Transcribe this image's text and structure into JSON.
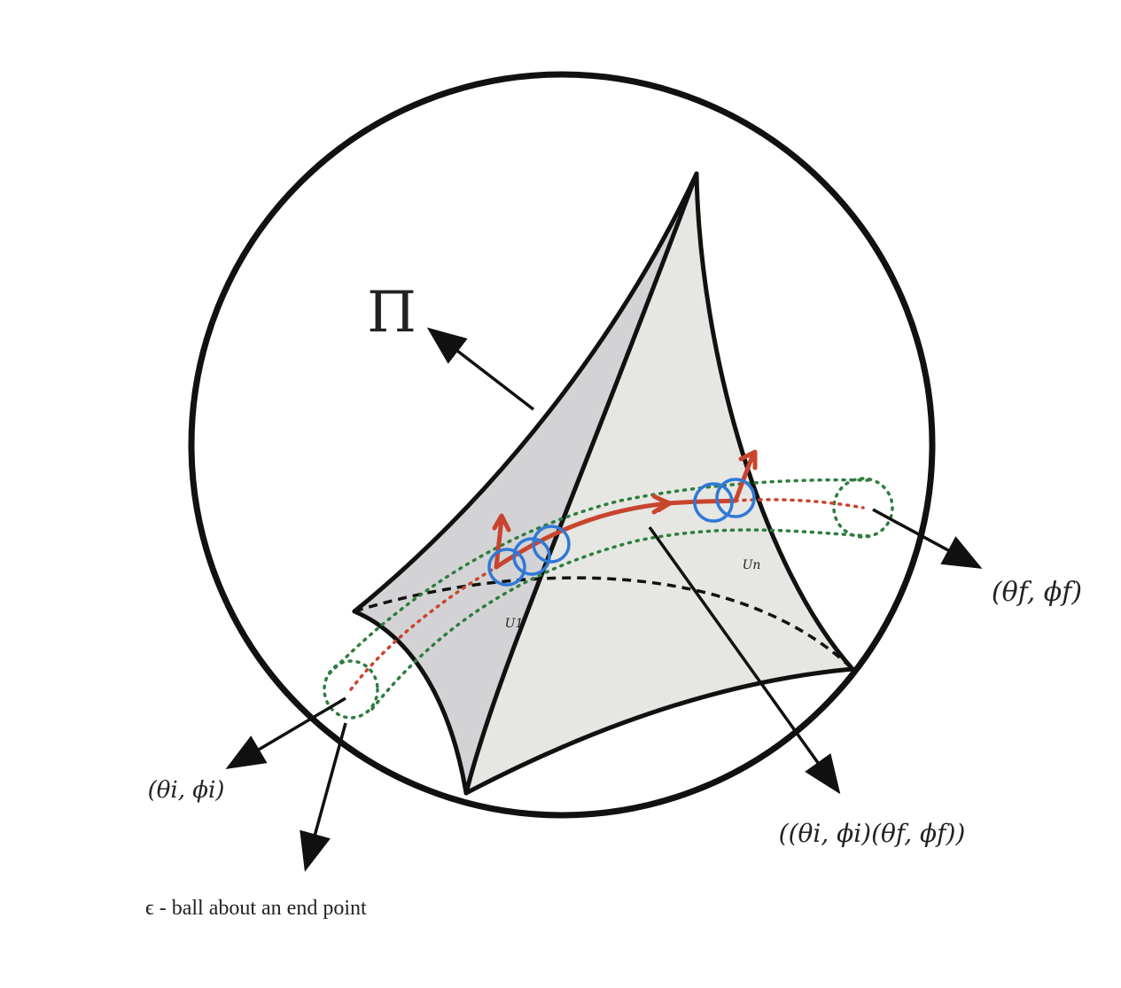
{
  "labels": {
    "pi": "Π",
    "final_point": "(θf, ϕf)",
    "initial_point": "(θi, ϕi)",
    "pair": "((θi, ϕi)(θf, ϕf))",
    "u1": "U1",
    "un": "Un",
    "epsilon_caption": "ϵ - ball about an end point"
  },
  "colors": {
    "outline": "#111111",
    "surface_dark": "#d3d3d5",
    "surface_mid": "#dcdcdc",
    "surface_light": "#e6e6e3",
    "path": "#c9442e",
    "balls": "#2f78d6",
    "tube": "#2e7d3e",
    "text": "#222222"
  }
}
